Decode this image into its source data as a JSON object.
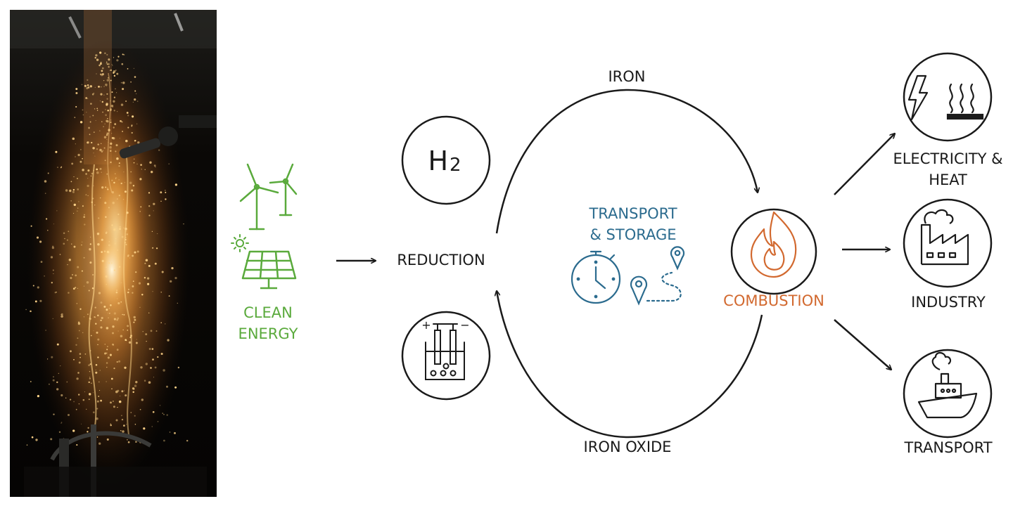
{
  "labels": {
    "clean_energy_1": "CLEAN",
    "clean_energy_2": "ENERGY",
    "reduction": "REDUCTION",
    "iron": "IRON",
    "iron_oxide": "IRON OXIDE",
    "transport_storage_1": "TRANSPORT",
    "transport_storage_2": "& STORAGE",
    "combustion": "COMBUSTION",
    "electricity_1": "ELECTRICITY &",
    "electricity_2": "HEAT",
    "industry": "INDUSTRY",
    "transport": "TRANSPORT"
  },
  "hydrogen": {
    "symbol": "H",
    "subscript": "2"
  },
  "electrolysis_signs": {
    "plus": "+",
    "minus": "−"
  },
  "colors": {
    "clean_energy": "#5aaa3c",
    "transport_storage": "#2b6b8e",
    "combustion": "#d2692f",
    "outline": "#1a1a1a"
  },
  "icons": [
    "iron-powder-flame-photo",
    "wind-turbine-icon",
    "solar-panel-icon",
    "sun-icon",
    "hydrogen-icon",
    "electrolysis-icon",
    "stopwatch-icon",
    "route-pin-icon",
    "flame-icon",
    "lightning-icon",
    "heat-waves-icon",
    "factory-icon",
    "ship-icon"
  ]
}
